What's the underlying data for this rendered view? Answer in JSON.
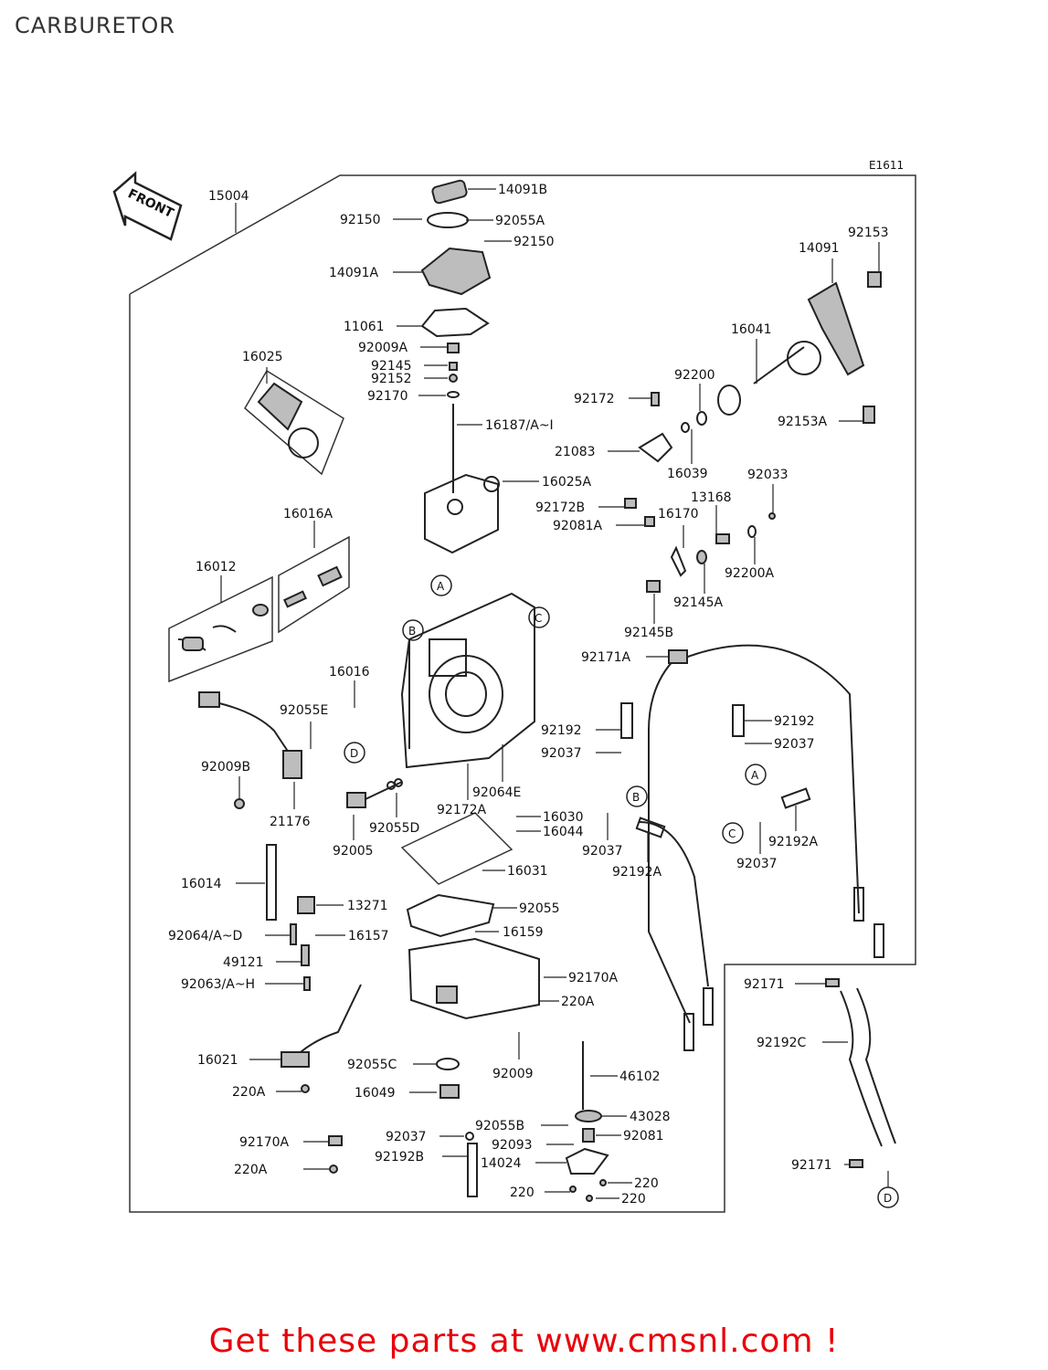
{
  "title": "CARBURETOR",
  "diagram_code": "E1611",
  "front_label": "FRONT",
  "footer": "Get these parts at www.cmsnl.com !",
  "colors": {
    "footer": "#e8000a",
    "line": "#222222",
    "title": "#333333"
  },
  "callouts": [
    "A",
    "B",
    "C",
    "D"
  ],
  "parts": [
    {
      "id": "p15004",
      "label": "15004"
    },
    {
      "id": "p14091B",
      "label": "14091B"
    },
    {
      "id": "p92150a",
      "label": "92150"
    },
    {
      "id": "p92055A",
      "label": "92055A"
    },
    {
      "id": "p92150b",
      "label": "92150"
    },
    {
      "id": "p14091A",
      "label": "14091A"
    },
    {
      "id": "p11061",
      "label": "11061"
    },
    {
      "id": "p92009A",
      "label": "92009A"
    },
    {
      "id": "p92145",
      "label": "92145"
    },
    {
      "id": "p92152",
      "label": "92152"
    },
    {
      "id": "p92170",
      "label": "92170"
    },
    {
      "id": "p16187",
      "label": "16187/A~I"
    },
    {
      "id": "p16025",
      "label": "16025"
    },
    {
      "id": "p16025A",
      "label": "16025A"
    },
    {
      "id": "p92153",
      "label": "92153"
    },
    {
      "id": "p14091",
      "label": "14091"
    },
    {
      "id": "p16041",
      "label": "16041"
    },
    {
      "id": "p92200",
      "label": "92200"
    },
    {
      "id": "p92172",
      "label": "92172"
    },
    {
      "id": "p21083",
      "label": "21083"
    },
    {
      "id": "p16039",
      "label": "16039"
    },
    {
      "id": "p92153A",
      "label": "92153A"
    },
    {
      "id": "p92033",
      "label": "92033"
    },
    {
      "id": "p13168",
      "label": "13168"
    },
    {
      "id": "p92172B",
      "label": "92172B"
    },
    {
      "id": "p16170",
      "label": "16170"
    },
    {
      "id": "p92081A",
      "label": "92081A"
    },
    {
      "id": "p92200A",
      "label": "92200A"
    },
    {
      "id": "p92145A",
      "label": "92145A"
    },
    {
      "id": "p92145B",
      "label": "92145B"
    },
    {
      "id": "p16016A",
      "label": "16016A"
    },
    {
      "id": "p16012",
      "label": "16012"
    },
    {
      "id": "p16016",
      "label": "16016"
    },
    {
      "id": "p92055E",
      "label": "92055E"
    },
    {
      "id": "p92171A",
      "label": "92171A"
    },
    {
      "id": "p92192a",
      "label": "92192"
    },
    {
      "id": "p92192b",
      "label": "92192"
    },
    {
      "id": "p92037a",
      "label": "92037"
    },
    {
      "id": "p92037b",
      "label": "92037"
    },
    {
      "id": "p92009B",
      "label": "92009B"
    },
    {
      "id": "p21176",
      "label": "21176"
    },
    {
      "id": "p92064E",
      "label": "92064E"
    },
    {
      "id": "p92172A",
      "label": "92172A"
    },
    {
      "id": "p16030",
      "label": "16030"
    },
    {
      "id": "p16044",
      "label": "16044"
    },
    {
      "id": "p92005",
      "label": "92005"
    },
    {
      "id": "p92055D",
      "label": "92055D"
    },
    {
      "id": "p92037c",
      "label": "92037"
    },
    {
      "id": "p92192A1",
      "label": "92192A"
    },
    {
      "id": "p92192A2",
      "label": "92192A"
    },
    {
      "id": "p92037d",
      "label": "92037"
    },
    {
      "id": "p16031",
      "label": "16031"
    },
    {
      "id": "p16014",
      "label": "16014"
    },
    {
      "id": "p13271",
      "label": "13271"
    },
    {
      "id": "p92055",
      "label": "92055"
    },
    {
      "id": "p92064",
      "label": "92064/A~D"
    },
    {
      "id": "p16157",
      "label": "16157"
    },
    {
      "id": "p16159",
      "label": "16159"
    },
    {
      "id": "p49121",
      "label": "49121"
    },
    {
      "id": "p92063",
      "label": "92063/A~H"
    },
    {
      "id": "p92170A1",
      "label": "92170A"
    },
    {
      "id": "p220A1",
      "label": "220A"
    },
    {
      "id": "p92171a",
      "label": "92171"
    },
    {
      "id": "p92192C",
      "label": "92192C"
    },
    {
      "id": "p16021",
      "label": "16021"
    },
    {
      "id": "p92055C",
      "label": "92055C"
    },
    {
      "id": "p92009",
      "label": "92009"
    },
    {
      "id": "p46102",
      "label": "46102"
    },
    {
      "id": "p220A2",
      "label": "220A"
    },
    {
      "id": "p16049",
      "label": "16049"
    },
    {
      "id": "p92055B",
      "label": "92055B"
    },
    {
      "id": "p43028",
      "label": "43028"
    },
    {
      "id": "p92037e",
      "label": "92037"
    },
    {
      "id": "p92093",
      "label": "92093"
    },
    {
      "id": "p92081",
      "label": "92081"
    },
    {
      "id": "p92170A2",
      "label": "92170A"
    },
    {
      "id": "p92192B",
      "label": "92192B"
    },
    {
      "id": "p14024",
      "label": "14024"
    },
    {
      "id": "p220A3",
      "label": "220A"
    },
    {
      "id": "p220a",
      "label": "220"
    },
    {
      "id": "p220b",
      "label": "220"
    },
    {
      "id": "p220c",
      "label": "220"
    },
    {
      "id": "p92171b",
      "label": "92171"
    }
  ]
}
